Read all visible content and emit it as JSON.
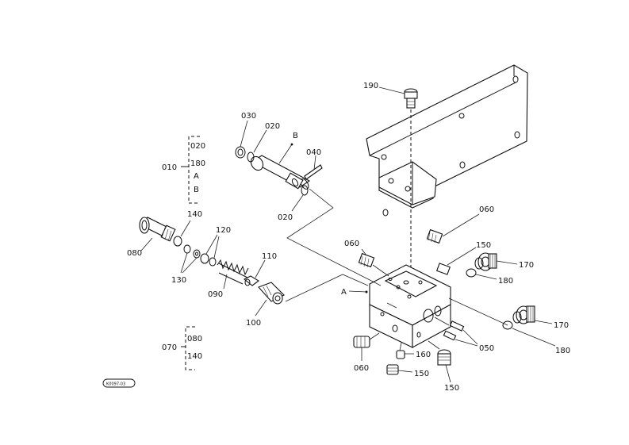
{
  "labels": {
    "p190": "190",
    "p030": "030",
    "p020_top": "020",
    "b_top": "B",
    "p040": "040",
    "p020_low": "020",
    "p010": "010",
    "g010_020": "020",
    "g010_180": "180",
    "g010_a": "A",
    "g010_b": "B",
    "p140": "140",
    "p120": "120",
    "p080_left": "080",
    "p130": "130",
    "p090": "090",
    "p110": "110",
    "p100": "100",
    "p060_top": "060",
    "p060_mid": "060",
    "p150_top": "150",
    "p170_top": "170",
    "p180_top": "180",
    "a_label": "A",
    "p170_low": "170",
    "p180_low": "180",
    "p050": "050",
    "p070": "070",
    "g070_080": "080",
    "g070_140": "140",
    "p060_low": "060",
    "p160": "160",
    "p150_mid": "150",
    "p150_low": "150",
    "ref_code": "K0097-03"
  },
  "colors": {
    "ink": "#111111",
    "paper": "#ffffff"
  }
}
